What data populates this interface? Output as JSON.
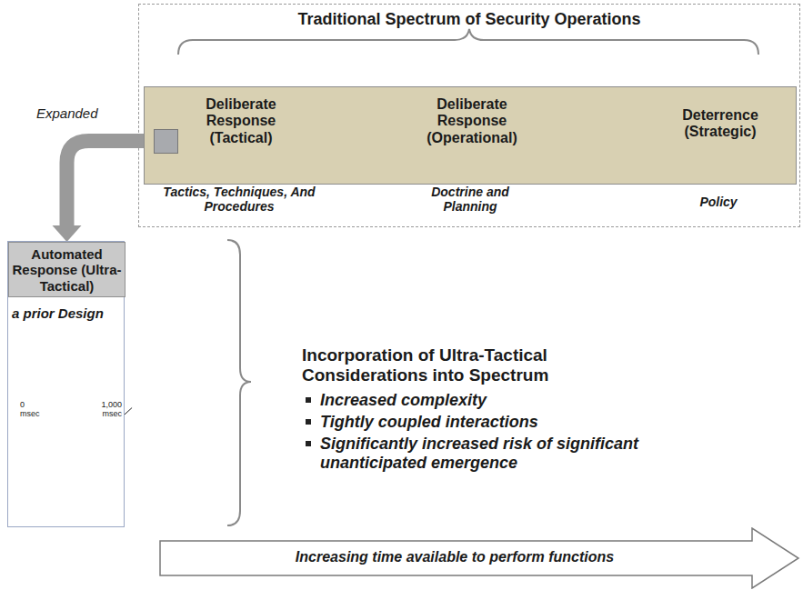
{
  "diagram": {
    "title": "Traditional Spectrum of Security Operations",
    "nodes": [
      {
        "text": [
          "Traditional Spectrum of Security Operations"
        ]
      },
      {
        "text": [
          "Deliberate Response (Tactical)",
          "Deliberate Response (Operational)",
          "Deterrence (Strategic)"
        ],
        "in": 0
      },
      {
        "text": [
          "a prior Design"
        ]
      },
      {
        "text": [
          "Automated Response (Ultra-Tactical)"
        ],
        "in": 2
      },
      {
        "text": [
          "Increasing time available to perform functions"
        ]
      }
    ],
    "edges": [
      {
        "from": 1,
        "to": 3,
        "arrow": "to"
      }
    ],
    "labels": [
      "Expanded",
      "Tactics, Techniques, And Procedures",
      "Doctrine and Planning",
      "Policy",
      "0 msec",
      "1,000 msec",
      "Incorporation of Ultra-Tactical Considerations into Spectrum",
      "Increased complexity",
      "Tightly coupled interactions",
      "Significantly increased risk of significant unanticipated emergence"
    ]
  }
}
